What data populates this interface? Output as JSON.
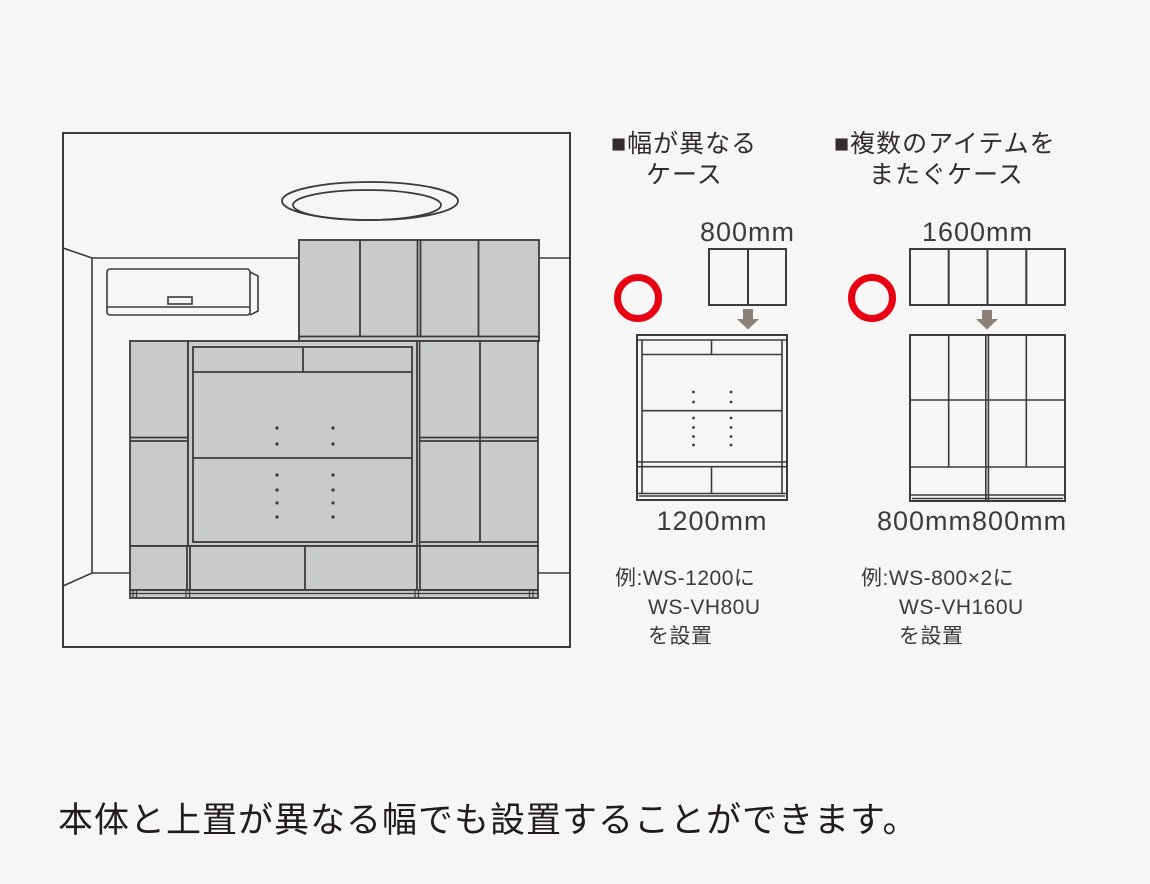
{
  "colors": {
    "background": "#f6f6f6",
    "line": "#3e3a39",
    "cabinet_gray": "#c9caca",
    "ok_red": "#e60012",
    "arrow_taupe": "#8d8078"
  },
  "room": {
    "icons": {
      "ceiling_light": "ceiling-light-icon",
      "air_conditioner": "air-conditioner-icon",
      "wall_storage": "wall-storage-unit"
    }
  },
  "case1": {
    "header_line1": "■幅が異なる",
    "header_line2": "ケース",
    "top_width": "800mm",
    "bottom_width": "1200mm",
    "ok_mark": "ok-circle",
    "example_line1": "例:WS-1200に",
    "example_line2": "WS-VH80U",
    "example_line3": "を設置"
  },
  "case2": {
    "header_line1": "■複数のアイテムを",
    "header_line2": "またぐケース",
    "top_width": "1600mm",
    "bottom_width_left": "800mm",
    "bottom_width_right": "800mm",
    "ok_mark": "ok-circle",
    "example_line1": "例:WS-800×2に",
    "example_line2": "WS-VH160U",
    "example_line3": "を設置"
  },
  "caption": "本体と上置が異なる幅でも設置することができます。"
}
